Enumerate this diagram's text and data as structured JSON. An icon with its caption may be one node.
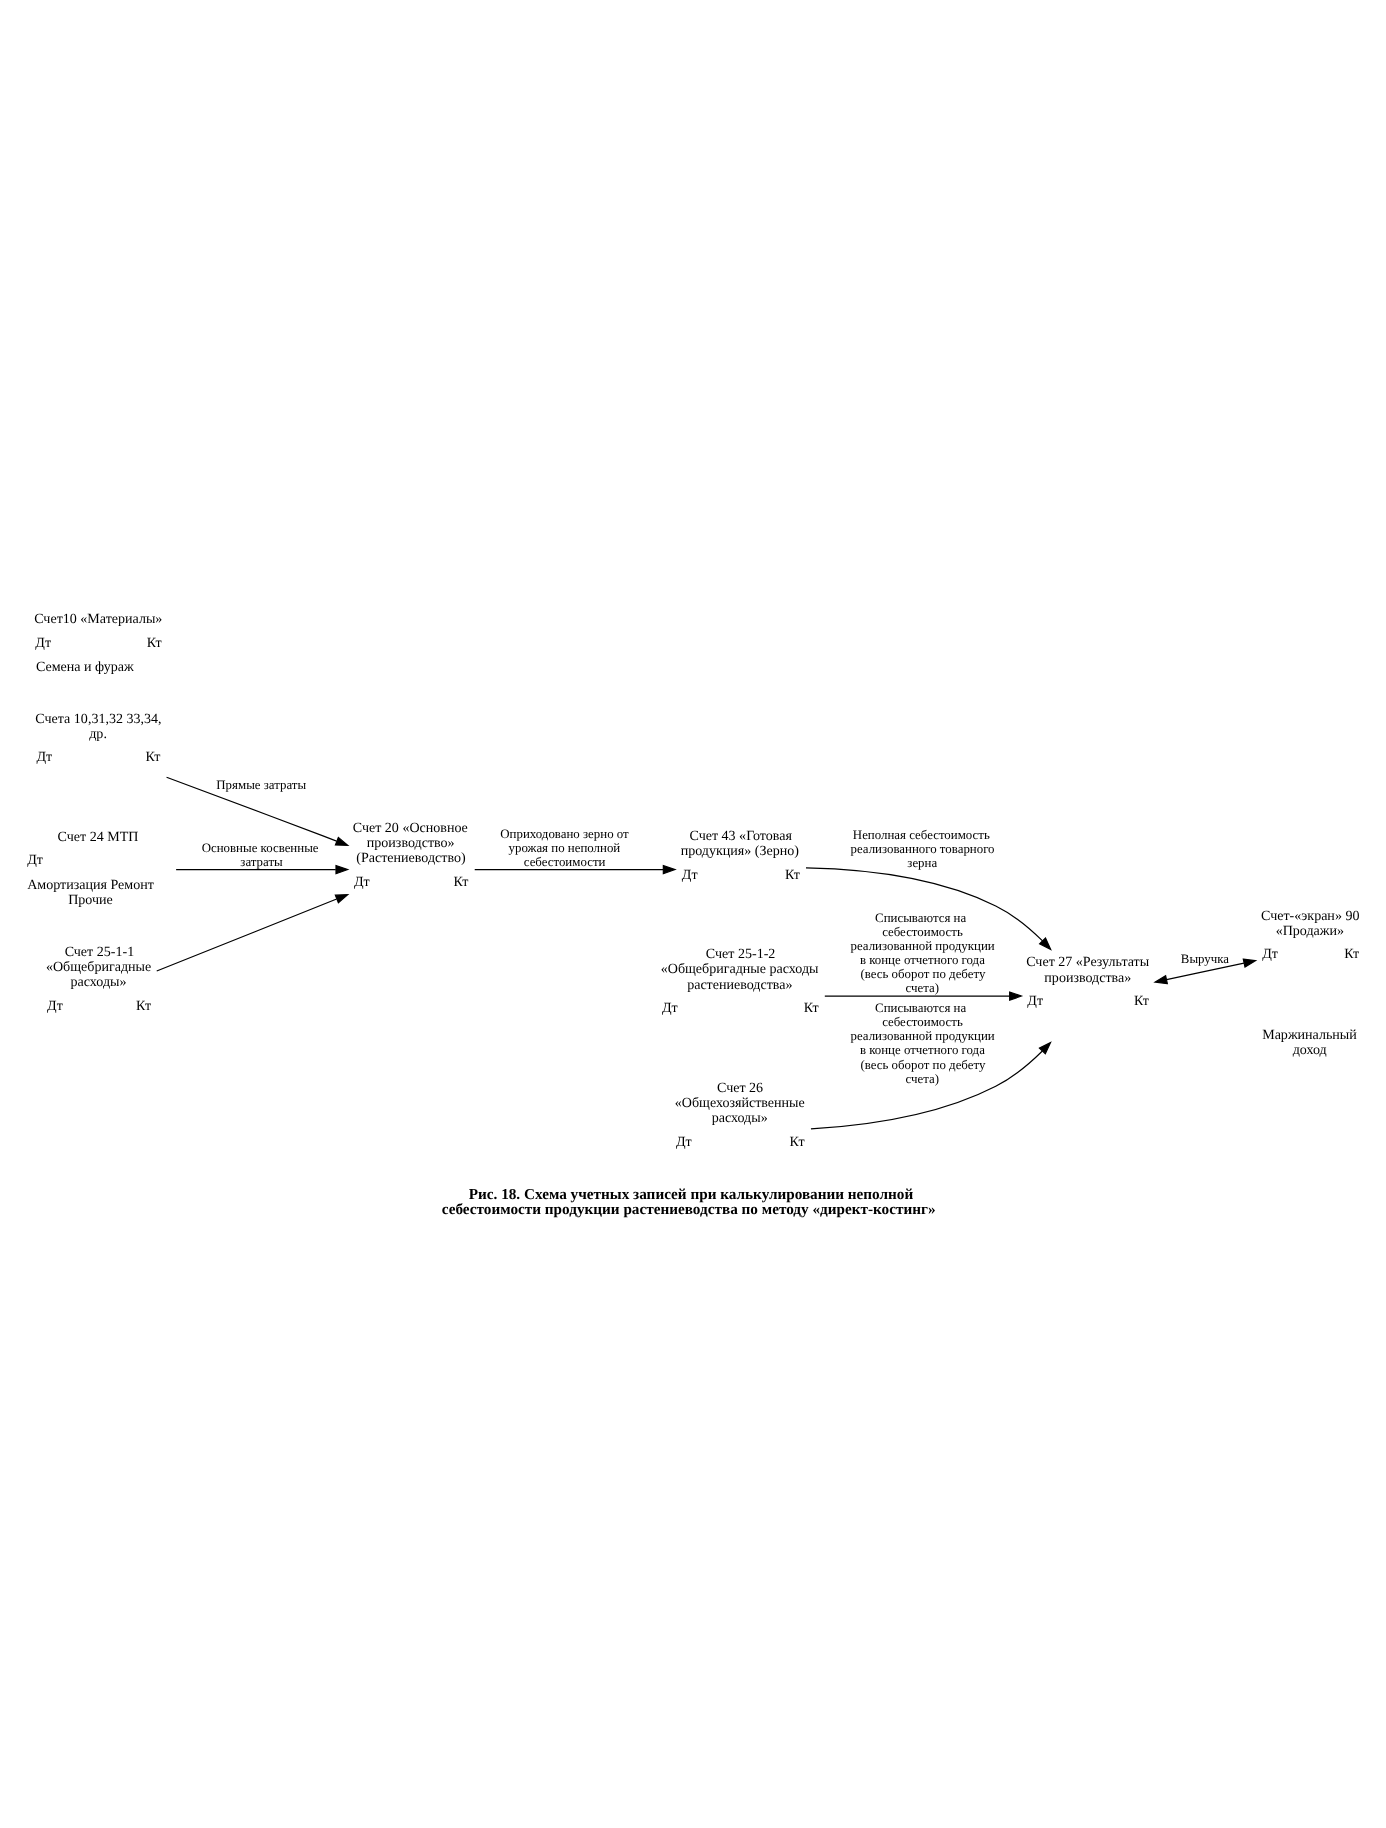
{
  "diagram": {
    "caption": "Рис. 18. Схема учетных записей при калькулировании неполной себестоимости продукции растениеводства по методу «директ-костинг»",
    "nodes": [
      {
        "text": [
          "Счета 10,31,32 33,34, др.",
          "Дт",
          "Кт"
        ]
      },
      {
        "text": [
          "Счет 20 «Основное производство» (Растениеводство)",
          "Дт",
          "Кт"
        ]
      },
      {
        "text": [
          "Счет 24 МТП",
          "Дт",
          "Амортизация Ремонт Прочие"
        ]
      },
      {
        "text": [
          "Счет 43 «Готовая продукция» (Зерно)",
          "Дт",
          "Кт"
        ]
      },
      {
        "text": [
          "Счет 27 «Результаты производства»",
          "Дт",
          "Кт"
        ]
      },
      {
        "text": [
          "Счет 25-1-1 «Общебригадные расходы»",
          "Дт",
          "Кт"
        ]
      },
      {
        "text": [
          "Счет10 «Материалы»",
          "Дт",
          "Кт",
          "Семена и фураж"
        ]
      },
      {
        "text": [
          "Счет-«экран» 90 «Продажи»",
          "Дт",
          "Кт"
        ]
      },
      {
        "text": [
          "Счет 25-1-2 «Общебригадные расходы растениеводства»",
          "Дт",
          "Кт"
        ]
      },
      {
        "text": [
          "Счет 26 «Общехозяйственные расходы»",
          "Дт",
          "Кт"
        ]
      }
    ],
    "edges": [
      {
        "from": 0,
        "to": 1,
        "arrow": "to",
        "label": "Прямые затраты"
      },
      {
        "from": 2,
        "to": 1,
        "arrow": "to",
        "label": "Основные косвенные затраты"
      },
      {
        "from": 1,
        "to": 3,
        "arrow": "to",
        "label": "Оприходовано зерно от урожая по неполной себестоимости"
      },
      {
        "from": 3,
        "to": 4,
        "arrow": "to",
        "label": "Неполная себестоимость реализованного товарного зерна"
      },
      {
        "from": 5,
        "to": 1,
        "arrow": "to"
      },
      {
        "from": 4,
        "to": 7,
        "arrow": "both",
        "label": "Выручка"
      },
      {
        "from": 8,
        "to": 4,
        "arrow": "to",
        "label": "Списываются на себестоимость реализованной продукции в конце отчетного года (весь оборот по дебету счета)"
      },
      {
        "from": 9,
        "to": 4,
        "arrow": "to",
        "label": "Списываются на себестоимость реализованной продукции в конце отчетного года (весь оборот по дебету счета)"
      }
    ],
    "labels": [
      "Маржинальный доход"
    ]
  }
}
